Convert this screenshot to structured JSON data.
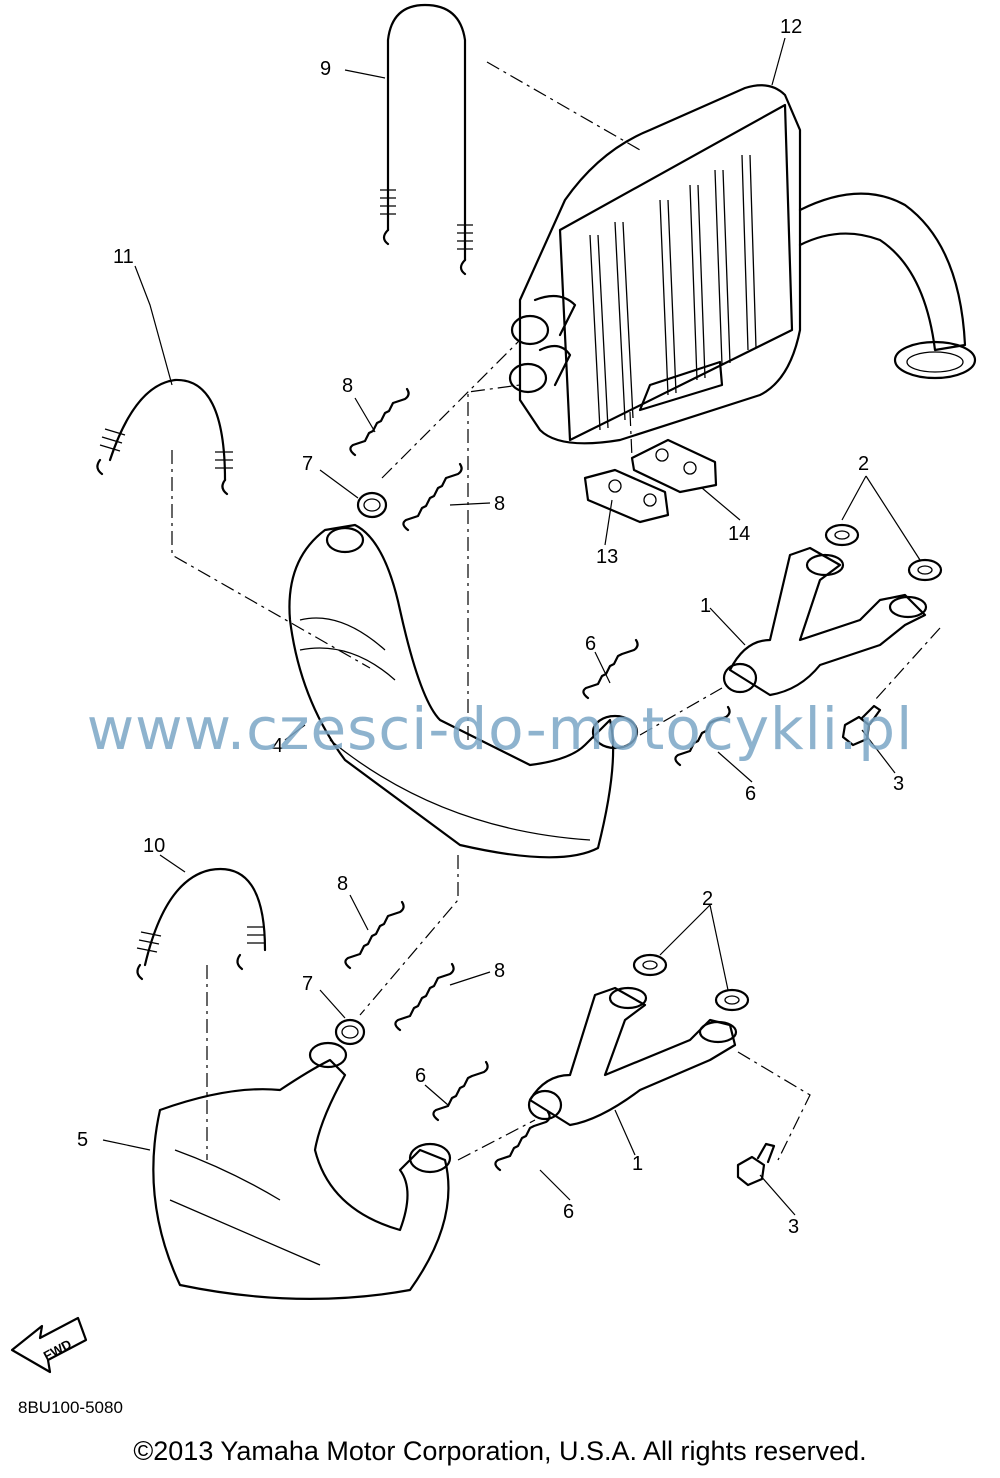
{
  "diagram_code": "8BU100-5080",
  "copyright": "©2013 Yamaha Motor Corporation, U.S.A. All rights reserved.",
  "watermark": "www.czesci-do-motocykli.pl",
  "fwd_label": "FWD",
  "callouts": {
    "c1a": "1",
    "c1b": "1",
    "c2a": "2",
    "c2b": "2",
    "c3a": "3",
    "c3b": "3",
    "c4": "4",
    "c5": "5",
    "c6a": "6",
    "c6b": "6",
    "c6c": "6",
    "c6d": "6",
    "c7a": "7",
    "c7b": "7",
    "c8a": "8",
    "c8b": "8",
    "c8c": "8",
    "c8d": "8",
    "c9": "9",
    "c10": "10",
    "c11": "11",
    "c12": "12",
    "c13": "13",
    "c14": "14"
  }
}
